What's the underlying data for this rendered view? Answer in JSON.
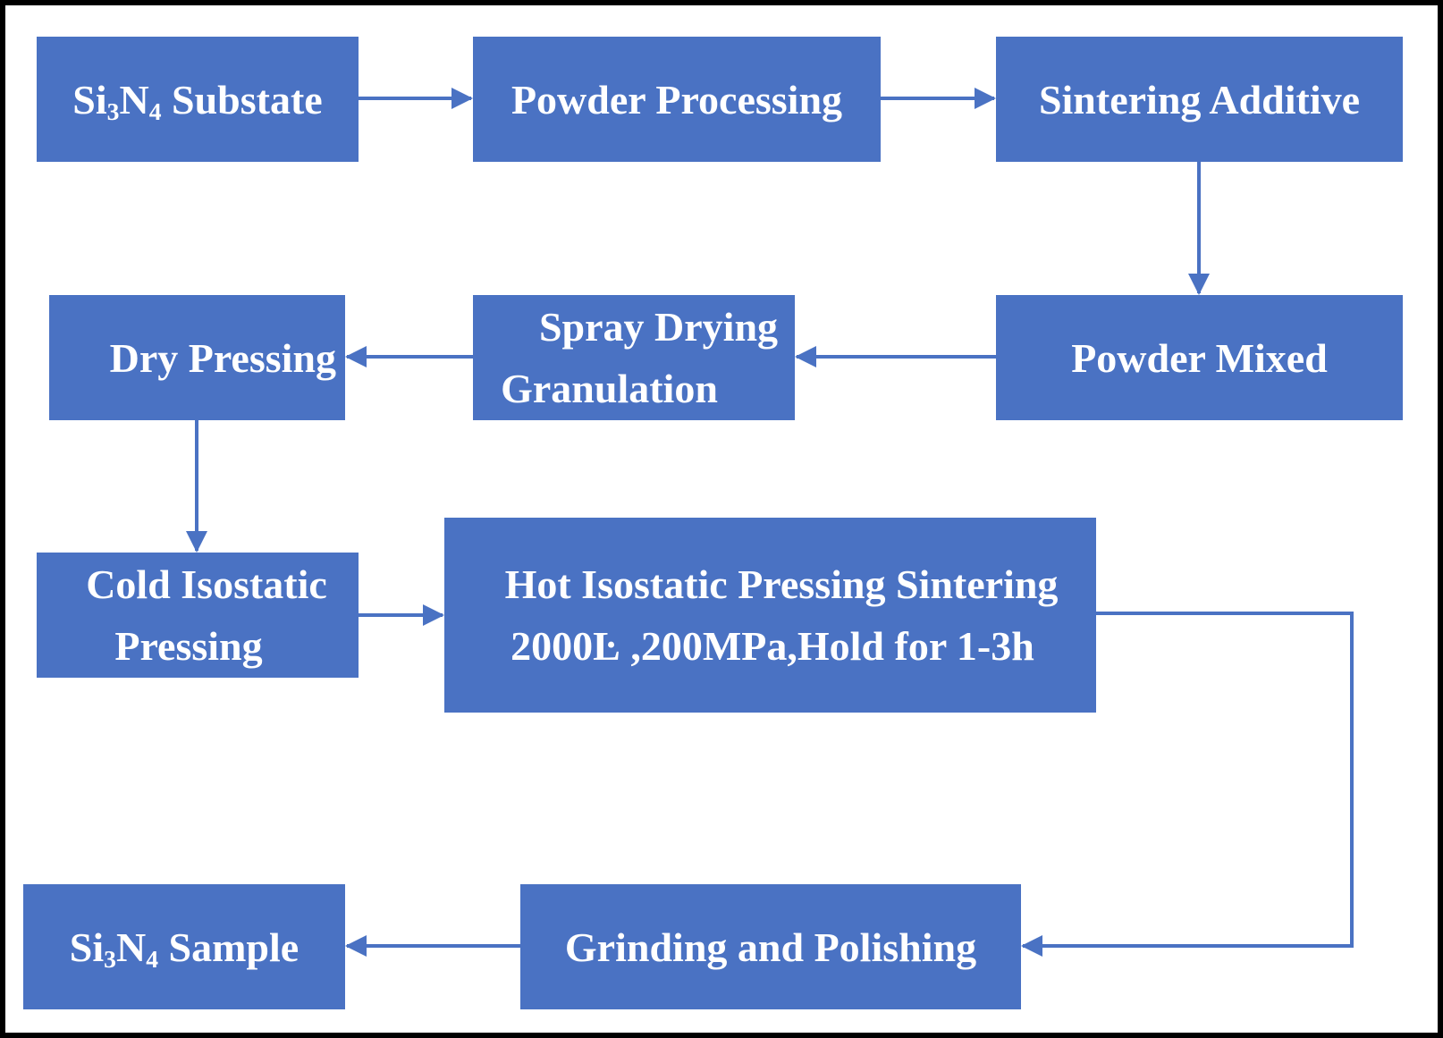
{
  "colors": {
    "box_fill": "#4a72c3",
    "box_text": "#ffffff",
    "arrow": "#4a72c3",
    "frame_border": "#000000"
  },
  "nodes": {
    "substrate": {
      "prefix": "Si",
      "sub1": "3",
      "mid": "N",
      "sub2": "4",
      "suffix": " Substate"
    },
    "powder_processing": {
      "label": "Powder Processing"
    },
    "sintering_additive": {
      "label": "Sintering Additive"
    },
    "powder_mixed": {
      "label": "Powder Mixed"
    },
    "spray_drying": {
      "line1": "Spray Drying",
      "line2": "Granulation"
    },
    "dry_pressing": {
      "label": "Dry Pressing"
    },
    "cold_isostatic": {
      "line1": "Cold Isostatic",
      "line2": "Pressing"
    },
    "hot_isostatic": {
      "line1": "Hot Isostatic Pressing Sintering",
      "line2": "2000Ŀ ,200MPa,Hold for 1-3h"
    },
    "grinding": {
      "label": "Grinding and Polishing"
    },
    "sample": {
      "prefix": "Si",
      "sub1": "3",
      "mid": "N",
      "sub2": "4",
      "suffix": " Sample"
    }
  },
  "edges": [
    {
      "from": "substrate",
      "to": "powder_processing"
    },
    {
      "from": "powder_processing",
      "to": "sintering_additive"
    },
    {
      "from": "sintering_additive",
      "to": "powder_mixed"
    },
    {
      "from": "powder_mixed",
      "to": "spray_drying"
    },
    {
      "from": "spray_drying",
      "to": "dry_pressing"
    },
    {
      "from": "dry_pressing",
      "to": "cold_isostatic"
    },
    {
      "from": "cold_isostatic",
      "to": "hot_isostatic"
    },
    {
      "from": "hot_isostatic",
      "to": "grinding"
    },
    {
      "from": "grinding",
      "to": "sample"
    }
  ]
}
